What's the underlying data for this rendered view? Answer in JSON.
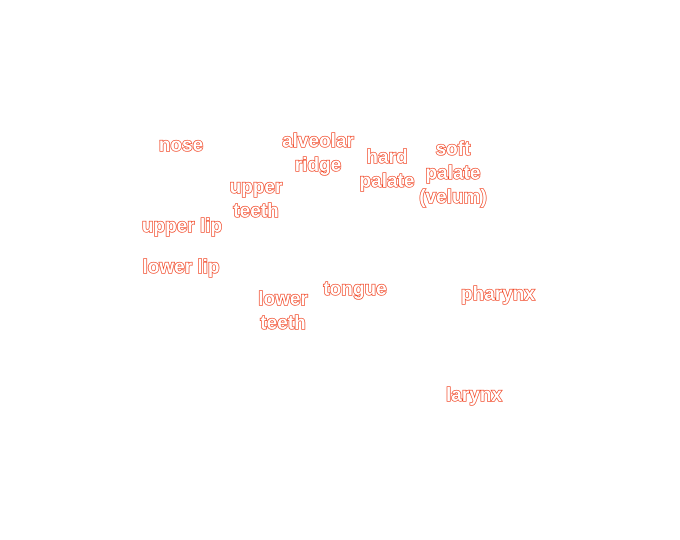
{
  "colors": {
    "label_stroke": "#f03a17",
    "label_fill": "#ffffff"
  },
  "labels": {
    "nose": "nose",
    "alveolar_ridge": "alveolar\nridge",
    "hard_palate": "hard\npalate",
    "soft_palate": "soft\npalate\n(velum)",
    "upper_teeth": "upper\nteeth",
    "upper_lip": "upper lip",
    "lower_lip": "lower lip",
    "lower_teeth": "lower\nteeth",
    "tongue": "tongue",
    "pharynx": "pharynx",
    "larynx": "larynx"
  }
}
